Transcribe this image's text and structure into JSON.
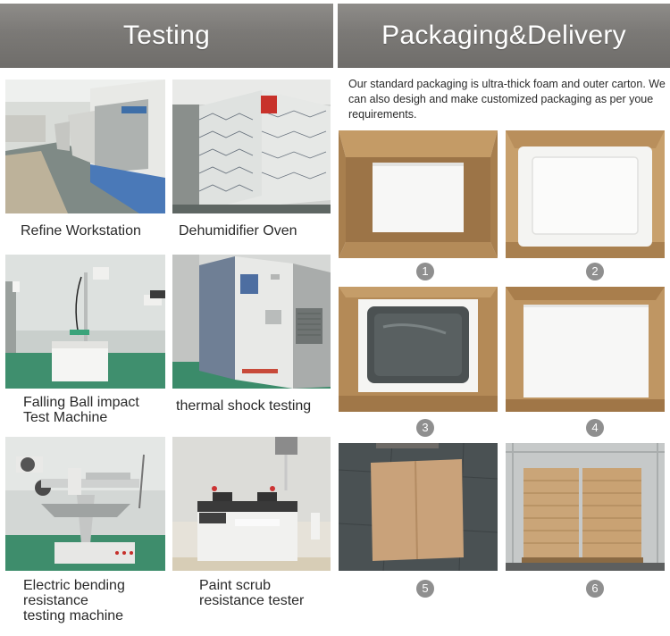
{
  "left_panel": {
    "title": "Testing",
    "items": [
      {
        "caption": "Refine Workstation",
        "photo": "refine-workstation-photo"
      },
      {
        "caption": "Dehumidifier Oven",
        "photo": "dehumidifier-oven-photo"
      },
      {
        "caption": "Falling Ball impact\nTest  Machine",
        "photo": "falling-ball-machine-photo"
      },
      {
        "caption": "thermal shock testing",
        "photo": "thermal-shock-chamber-photo"
      },
      {
        "caption": "Electric bending\nresistance\ntesting machine",
        "photo": "bending-machine-photo"
      },
      {
        "caption": "Paint scrub\nresistance tester",
        "photo": "paint-scrub-tester-photo"
      }
    ]
  },
  "right_panel": {
    "title": "Packaging&Delivery",
    "intro": "Our standard packaging is ultra-thick foam and outer carton. We can also desigh and make customized packaging as per youe requirements.",
    "steps": [
      {
        "number": "1"
      },
      {
        "number": "2"
      },
      {
        "number": "3"
      },
      {
        "number": "4"
      },
      {
        "number": "5"
      },
      {
        "number": "6"
      }
    ]
  },
  "colors": {
    "banner": "#7b7976",
    "badge": "#8f8f8f",
    "carton": "#b58e5c",
    "foam": "#f3f3f1"
  }
}
